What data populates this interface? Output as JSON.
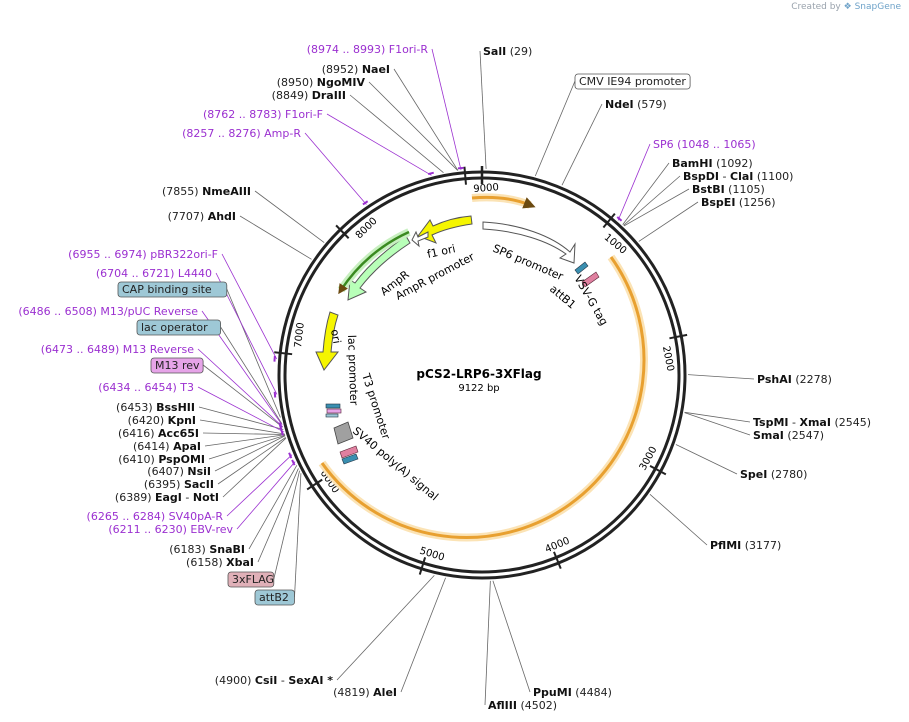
{
  "credit": {
    "prefix": "Created by",
    "brand": "SnapGene"
  },
  "plasmid": {
    "name": "pCS2-LRP6-3XFlag",
    "size_label": "9122 bp",
    "length": 9122
  },
  "colors": {
    "backbone": "#222222",
    "site_line": "#555555",
    "primer_text": "#9b30d0",
    "feature_orange": "#e8a030",
    "feature_yellow": "#f5f500",
    "feature_green": "#b8ffb8",
    "label_blue": "#9ec8d6",
    "label_purple": "#e6a4e8",
    "label_pink": "#e0b0b8"
  },
  "ticks": [
    {
      "label": "1000",
      "pos": 1000
    },
    {
      "label": "2000",
      "pos": 2000
    },
    {
      "label": "3000",
      "pos": 3000
    },
    {
      "label": "4000",
      "pos": 4000
    },
    {
      "label": "5000",
      "pos": 5000
    },
    {
      "label": "6000",
      "pos": 6000
    },
    {
      "label": "7000",
      "pos": 7000
    },
    {
      "label": "8000",
      "pos": 8000
    },
    {
      "label": "9000",
      "pos": 9000
    }
  ],
  "sites": [
    {
      "name": "SalI",
      "coord": "(29)",
      "pos": 29,
      "kind": "enzyme"
    },
    {
      "name": "CMV IE94 promoter",
      "pos": 380,
      "kind": "box-white"
    },
    {
      "name": "NdeI",
      "coord": "(579)",
      "pos": 579,
      "kind": "enzyme"
    },
    {
      "name": "SP6",
      "coord": "(1048 .. 1065)",
      "pos": 1048,
      "kind": "primer"
    },
    {
      "name": "BamHI",
      "coord": "(1092)",
      "pos": 1092,
      "kind": "enzyme"
    },
    {
      "name": "BspDI",
      "name2": "ClaI",
      "coord": "(1100)",
      "pos": 1100,
      "kind": "enzyme"
    },
    {
      "name": "BstBI",
      "coord": "(1105)",
      "pos": 1105,
      "kind": "enzyme"
    },
    {
      "name": "BspEI",
      "coord": "(1256)",
      "pos": 1256,
      "kind": "enzyme"
    },
    {
      "name": "PshAI",
      "coord": "(2278)",
      "pos": 2278,
      "kind": "enzyme"
    },
    {
      "name": "TspMI",
      "name2": "XmaI",
      "coord": "(2545)",
      "pos": 2545,
      "kind": "enzyme"
    },
    {
      "name": "SmaI",
      "coord": "(2547)",
      "pos": 2547,
      "kind": "enzyme"
    },
    {
      "name": "SpeI",
      "coord": "(2780)",
      "pos": 2780,
      "kind": "enzyme"
    },
    {
      "name": "PflMI",
      "coord": "(3177)",
      "pos": 3177,
      "kind": "enzyme"
    },
    {
      "name": "PpuMI",
      "coord": "(4484)",
      "pos": 4484,
      "kind": "enzyme"
    },
    {
      "name": "AflIII",
      "coord": "(4502)",
      "pos": 4502,
      "kind": "enzyme"
    },
    {
      "name": "AleI",
      "coord": "(4819)",
      "pos": 4819,
      "kind": "enzyme"
    },
    {
      "name": "CsiI",
      "name2": "SexAI *",
      "coord": "(4900)",
      "pos": 4900,
      "kind": "enzyme"
    },
    {
      "name": "attB2",
      "pos": 6120,
      "kind": "box-blue"
    },
    {
      "name": "3xFLAG",
      "pos": 6140,
      "kind": "box-pink"
    },
    {
      "name": "XbaI",
      "coord": "(6158)",
      "pos": 6158,
      "kind": "enzyme"
    },
    {
      "name": "SnaBI",
      "coord": "(6183)",
      "pos": 6183,
      "kind": "enzyme"
    },
    {
      "name": "EBV-rev",
      "coord": "(6211 .. 6230)",
      "pos": 6211,
      "kind": "primer"
    },
    {
      "name": "SV40pA-R",
      "coord": "(6265 .. 6284)",
      "pos": 6265,
      "kind": "primer"
    },
    {
      "name": "EagI",
      "name2": "NotI",
      "coord": "(6389)",
      "pos": 6389,
      "kind": "enzyme"
    },
    {
      "name": "SacII",
      "coord": "(6395)",
      "pos": 6395,
      "kind": "enzyme"
    },
    {
      "name": "NsiI",
      "coord": "(6407)",
      "pos": 6407,
      "kind": "enzyme"
    },
    {
      "name": "PspOMI",
      "coord": "(6410)",
      "pos": 6410,
      "kind": "enzyme"
    },
    {
      "name": "ApaI",
      "coord": "(6414)",
      "pos": 6414,
      "kind": "enzyme"
    },
    {
      "name": "Acc65I",
      "coord": "(6416)",
      "pos": 6416,
      "kind": "enzyme"
    },
    {
      "name": "KpnI",
      "coord": "(6420)",
      "pos": 6420,
      "kind": "enzyme"
    },
    {
      "name": "BssHII",
      "coord": "(6453)",
      "pos": 6453,
      "kind": "enzyme"
    },
    {
      "name": "T3",
      "coord": "(6434 .. 6454)",
      "pos": 6434,
      "kind": "primer"
    },
    {
      "name": "M13 rev",
      "pos": 6470,
      "kind": "box-purple"
    },
    {
      "name": "M13 Reverse",
      "coord": "(6473 .. 6489)",
      "pos": 6473,
      "kind": "primer"
    },
    {
      "name": "lac operator",
      "pos": 6495,
      "kind": "box-blue"
    },
    {
      "name": "M13/pUC Reverse",
      "coord": "(6486 .. 6508)",
      "pos": 6486,
      "kind": "primer"
    },
    {
      "name": "CAP binding site",
      "pos": 6540,
      "kind": "box-blue"
    },
    {
      "name": "L4440",
      "coord": "(6704 .. 6721)",
      "pos": 6704,
      "kind": "primer"
    },
    {
      "name": "pBR322ori-F",
      "coord": "(6955 .. 6974)",
      "pos": 6955,
      "kind": "primer"
    },
    {
      "name": "AhdI",
      "coord": "(7707)",
      "pos": 7707,
      "kind": "enzyme"
    },
    {
      "name": "NmeAIII",
      "coord": "(7855)",
      "pos": 7855,
      "kind": "enzyme"
    },
    {
      "name": "Amp-R",
      "coord": "(8257 .. 8276)",
      "pos": 8257,
      "kind": "primer"
    },
    {
      "name": "F1ori-F",
      "coord": "(8762 .. 8783)",
      "pos": 8762,
      "kind": "primer"
    },
    {
      "name": "DraIII",
      "coord": "(8849)",
      "pos": 8849,
      "kind": "enzyme"
    },
    {
      "name": "NgoMIV",
      "coord": "(8950)",
      "pos": 8950,
      "kind": "enzyme"
    },
    {
      "name": "NaeI",
      "coord": "(8952)",
      "pos": 8952,
      "kind": "enzyme"
    },
    {
      "name": "F1ori-R",
      "coord": "(8974 .. 8993)",
      "pos": 8974,
      "kind": "primer"
    }
  ],
  "features": [
    {
      "name": "SP6 promoter",
      "kind": "promoter"
    },
    {
      "name": "attB1",
      "kind": "misc"
    },
    {
      "name": "VSV-G tag",
      "kind": "misc"
    },
    {
      "name": "f1 ori",
      "kind": "rep_origin"
    },
    {
      "name": "AmpR",
      "kind": "cds"
    },
    {
      "name": "AmpR promoter",
      "kind": "promoter"
    },
    {
      "name": "ori",
      "kind": "rep_origin"
    },
    {
      "name": "lac promoter",
      "kind": "promoter"
    },
    {
      "name": "T3 promoter",
      "kind": "promoter"
    },
    {
      "name": "SV40 poly(A) signal",
      "kind": "terminator"
    }
  ]
}
